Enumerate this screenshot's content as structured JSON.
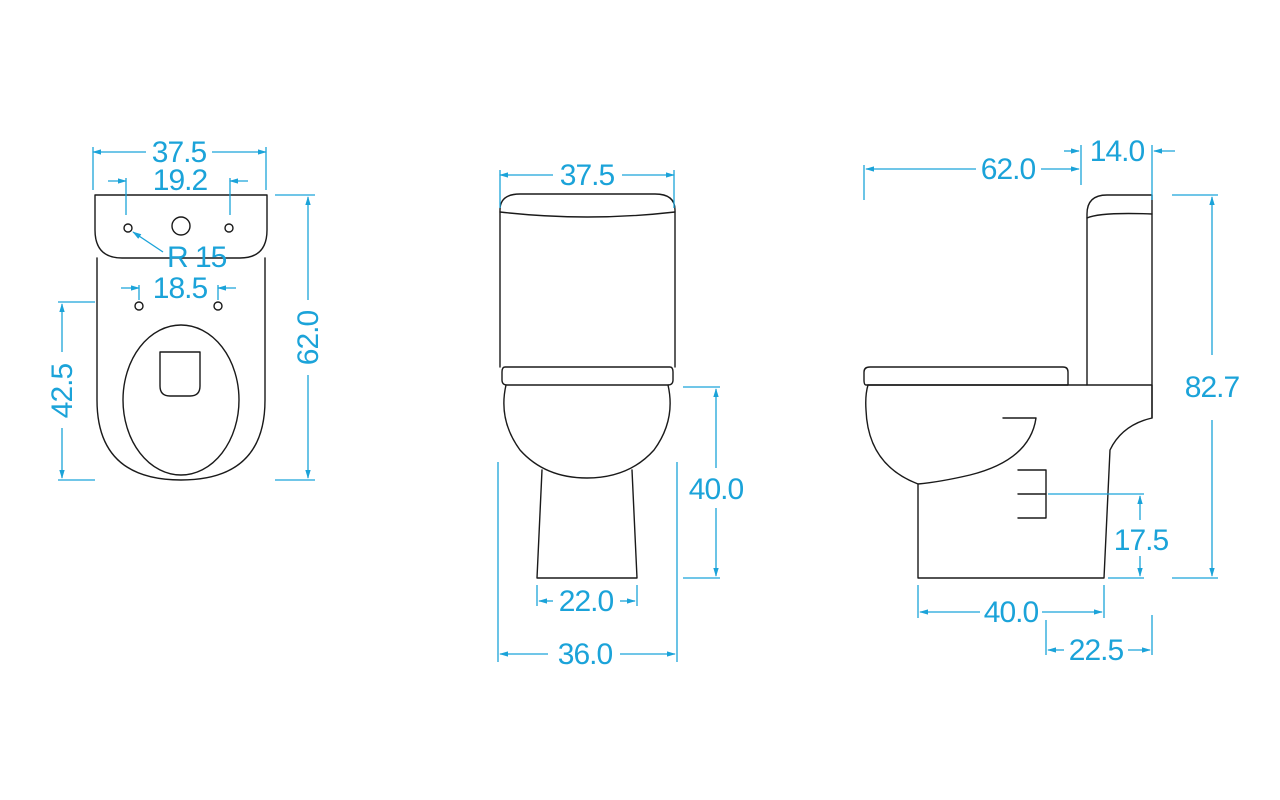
{
  "colors": {
    "dimension": "#1ba3d9",
    "outline": "#1a1a1a",
    "background": "#ffffff"
  },
  "plan_view": {
    "overall_width": "37.5",
    "tank_bolt_spacing": "19.2",
    "hole_radius": "R 15",
    "seat_bolt_spacing": "18.5",
    "bowl_front_depth": "42.5",
    "overall_depth": "62.0"
  },
  "front_view": {
    "tank_width": "37.5",
    "bowl_height": "40.0",
    "foot_width": "22.0",
    "bowl_width": "36.0"
  },
  "side_view": {
    "overall_depth": "62.0",
    "tank_depth": "14.0",
    "overall_height": "82.7",
    "outlet_height": "17.5",
    "foot_depth": "40.0",
    "outlet_setback": "22.5"
  }
}
